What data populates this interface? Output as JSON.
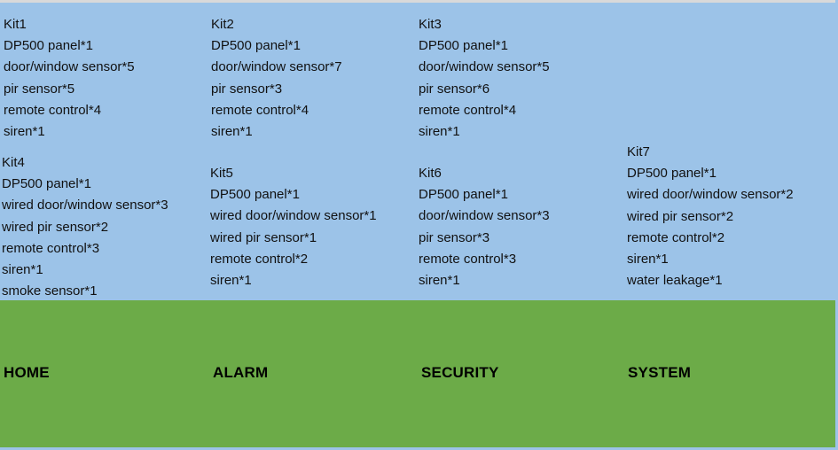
{
  "colors": {
    "panel_background": "#9cc3e8",
    "nav_background": "#6cab48",
    "text": "#111111",
    "nav_text": "#000000",
    "top_edge": "#d9d9d9"
  },
  "kits_panel": {
    "kits": [
      {
        "title": "Kit1",
        "items": [
          "DP500 panel*1",
          "door/window sensor*5",
          "pir sensor*5",
          "remote control*4",
          "siren*1"
        ]
      },
      {
        "title": "Kit2",
        "items": [
          "DP500 panel*1",
          "door/window sensor*7",
          "pir sensor*3",
          "remote control*4",
          "siren*1"
        ]
      },
      {
        "title": "Kit3",
        "items": [
          "DP500 panel*1",
          "door/window sensor*5",
          "pir sensor*6",
          "remote control*4",
          "siren*1"
        ]
      },
      {
        "title": "Kit4",
        "items": [
          "DP500 panel*1",
          "wired door/window sensor*3",
          "wired pir sensor*2",
          "remote control*3",
          "siren*1",
          "smoke sensor*1"
        ]
      },
      {
        "title": "Kit5",
        "items": [
          "DP500 panel*1",
          "wired door/window sensor*1",
          "wired pir sensor*1",
          "remote control*2",
          "siren*1"
        ]
      },
      {
        "title": "Kit6",
        "items": [
          "DP500 panel*1",
          "door/window sensor*3",
          "pir sensor*3",
          "remote control*3",
          "siren*1"
        ]
      },
      {
        "title": "Kit7",
        "items": [
          "DP500 panel*1",
          "wired door/window sensor*2",
          "wired pir sensor*2",
          "remote control*2",
          "siren*1",
          "water leakage*1"
        ]
      }
    ]
  },
  "nav_bar": {
    "items": [
      {
        "label": "HOME"
      },
      {
        "label": "ALARM"
      },
      {
        "label": "SECURITY"
      },
      {
        "label": "SYSTEM"
      }
    ]
  }
}
